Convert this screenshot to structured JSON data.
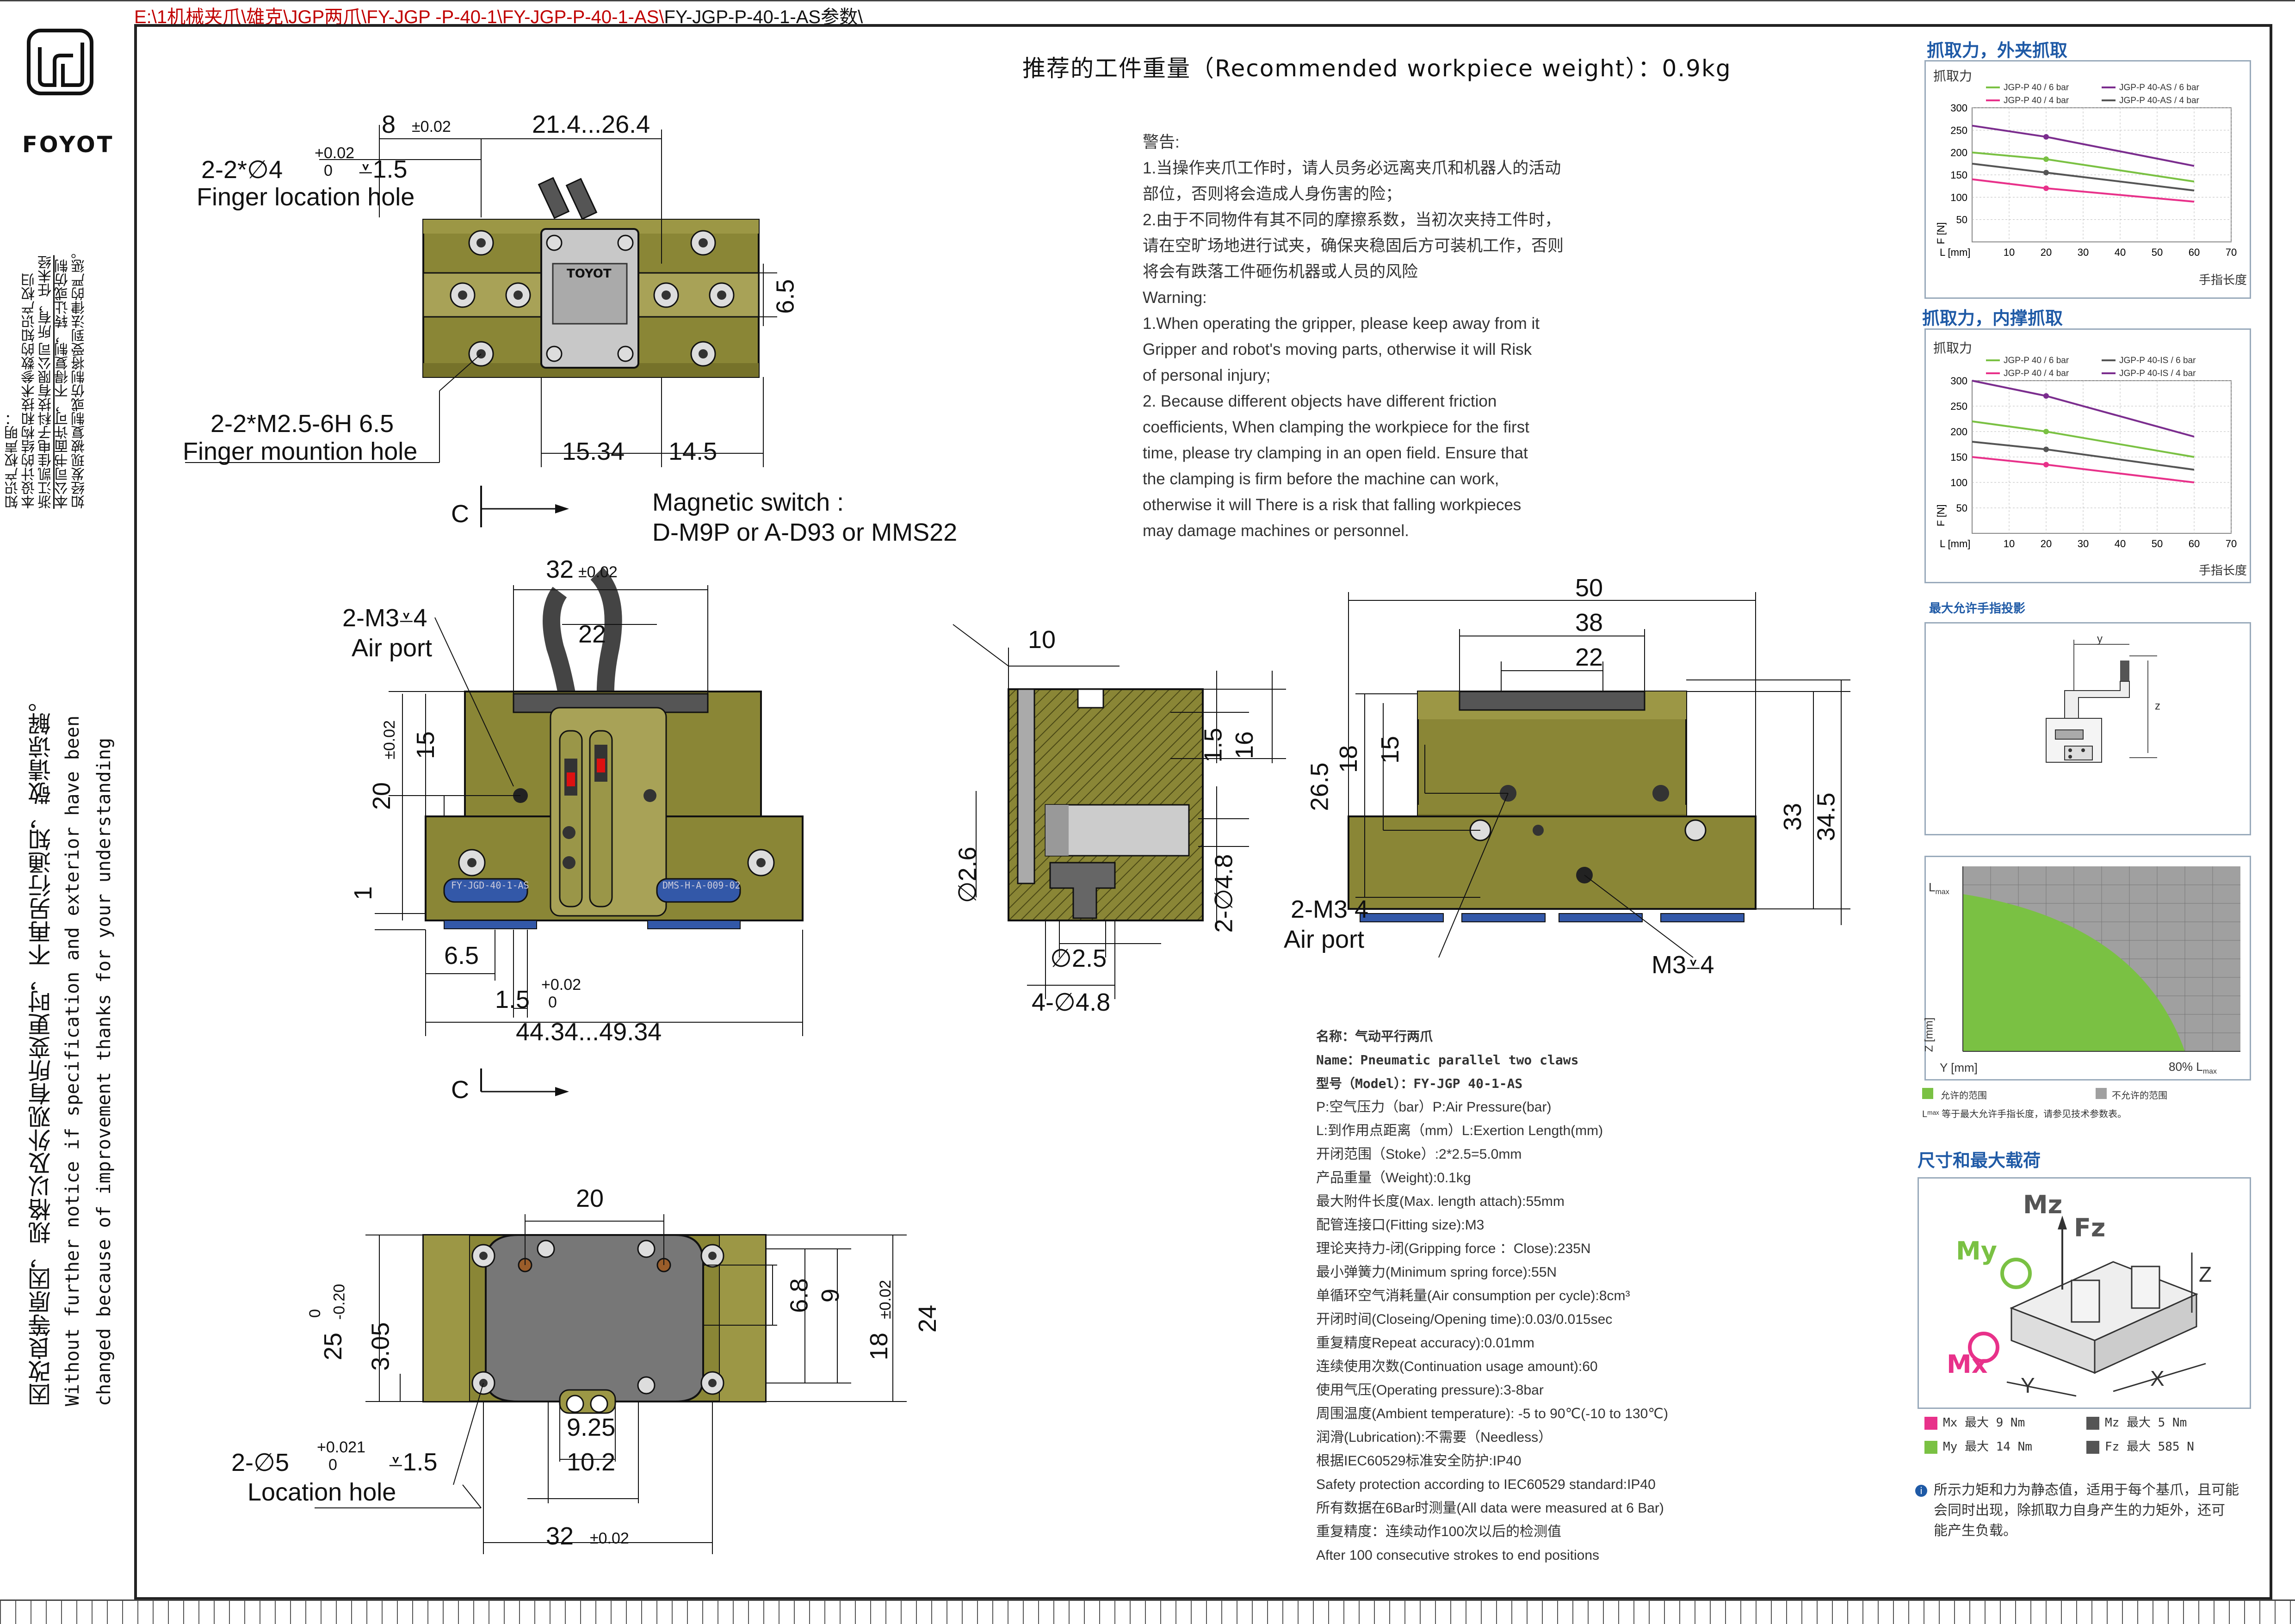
{
  "file_path": {
    "red": "E:\\1机械夹爪\\雄克\\JGP两爪\\FY-JGP -P-40-1\\FY-JGP-P-40-1-AS\\",
    "black": "FY-JGP-P-40-1-AS参数\\"
  },
  "logo": {
    "text": "FOYOT"
  },
  "copyright": {
    "line1": "知识产权声明：",
    "line2": "本设计的结构和技术参数的知识产权归",
    "line3": "浙江凯佳电子科技有限公司 所有，任未经",
    "line4": "本公司书面许可，不得复制，转让或仿制",
    "line5": "如经发现被复制或仿制将受到法律的严惩。"
  },
  "notice": {
    "cn": "因改良等原因，规格以及外观有所变更时，不再另行通知，敬请谅解。",
    "en1": "Without further  notice if specification and exterior have been",
    "en2": "changed because of improvement thanks for your understanding"
  },
  "recommended_weight": "推荐的工件重量（Recommended workpiece weight）：0.9kg",
  "warning": {
    "lines": [
      "警告:",
      "1.当操作夹爪工作时，请人员务必远离夹爪和机器人的活动",
      "部位，否则将会造成人身伤害的险；",
      "2.由于不同物件有其不同的摩擦系数，当初次夹持工件时，",
      "请在空旷场地进行试夹，确保夹稳固后方可装机工作，否则",
      "将会有跌落工件砸伤机器或人员的风险",
      "Warning:",
      "1.When operating the gripper, please keep away from it",
      "Gripper and robot's moving parts, otherwise it will Risk",
      "of personal injury;",
      "2. Because different objects have different friction",
      "coefficients, When clamping the workpiece for the first",
      "time, please try clamping in an open field. Ensure that",
      "the clamping is firm before the machine can work,",
      "otherwise it will There is a risk that falling workpieces",
      "may damage machines or personnel."
    ]
  },
  "top_view": {
    "d_8": "8",
    "d_8_tol": "±0.02",
    "d_range": "21.4...26.4",
    "d_65": "6.5",
    "d_1534": "15.34",
    "d_145": "14.5",
    "finger_loc_spec": "2-2*∅4",
    "finger_loc_tol_up": "+0.02",
    "finger_loc_tol_lo": "0",
    "finger_loc_depth": "⩡1.5",
    "finger_loc_label": "Finger location hole",
    "finger_mount_spec": "2-2*M2.5-6H 6.5",
    "finger_mount_label": "Finger mountion hole",
    "magnet1": "Magnetic switch :",
    "magnet2": "D-M9P or A-D93 or MMS22",
    "section_c": "C"
  },
  "front_view": {
    "d_32": "32",
    "d_32_tol": "±0.02",
    "d_22": "22",
    "air_port1": "2-M3⩡4",
    "air_port2": "Air port",
    "d_15": "15",
    "d_20": "20",
    "d_20_tol": "±0.02",
    "d_1": "1",
    "d_65": "6.5",
    "d_15b": "1.5",
    "d_15b_up": "+0.02",
    "d_15b_lo": "0",
    "d_range": "44.34...49.34",
    "section_c": "C",
    "label_left": "FY-JGD-40-1-AS",
    "label_right": "DMS-H-A-009-02"
  },
  "section_view": {
    "d_10": "10",
    "d_15": "1.5",
    "d_16": "16",
    "d_26": "∅2.6",
    "d_48": "2-∅4.8",
    "d_25": "∅2.5",
    "d_448": "4-∅4.8"
  },
  "side_view": {
    "d_50": "50",
    "d_38": "38",
    "d_22": "22",
    "d_265": "26.5",
    "d_18": "18",
    "d_15": "15",
    "d_33": "33",
    "d_345": "34.5",
    "air1": "2-M3 4",
    "air2": "Air port",
    "m3": "M3⩡4"
  },
  "bottom_view": {
    "d_20": "20",
    "d_25": "25",
    "d_25_up": "0",
    "d_25_lo": "-0.20",
    "d_305": "3.05",
    "d_68": "6.8",
    "d_9": "9",
    "d_18": "18",
    "d_18_tol": "±0.02",
    "d_24": "24",
    "d_925": "9.25",
    "d_102": "10.2",
    "loc_spec": "2-∅5",
    "loc_up": "+0.021",
    "loc_lo": "0",
    "loc_depth": "⩡1.5",
    "loc_label": "Location hole",
    "d_32": "32",
    "d_32_tol": "±0.02"
  },
  "specs": {
    "name_cn": "名称：气动平行两爪",
    "name_en": "Name：Pneumatic parallel two claws",
    "model": "型号（Model）：FY-JGP 40-1-AS",
    "lines": [
      "P:空气压力（bar）P:Air Pressure(bar)",
      "L:到作用点距离（mm）L:Exertion Length(mm)",
      "开闭范围（Stoke）:2*2.5=5.0mm",
      "产品重量（Weight):0.1kg",
      "最大附件长度(Max. length attach):55mm",
      "配管连接口(Fitting size):M3",
      "理论夹持力-闭(Gripping force ：Close):235N",
      "最小弹簧力(Minimum spring force):55N",
      "单循环空气消耗量(Air consumption per cycle):8cm³",
      "开闭时间(Closeing/Opening time):0.03/0.015sec",
      "重复精度Repeat accuracy):0.01mm",
      "连续使用次数(Continuation usage amount):60",
      "使用气压(Operating pressure):3-8bar",
      "周围温度(Ambient temperature): -5 to 90℃(-10 to 130℃)",
      "润滑(Lubrication):不需要（Needless）",
      "根据IEC60529标准安全防护:IP40",
      "Safety protection according to IEC60529 standard:IP40",
      "所有数据在6Bar时测量(All data were measured at 6 Bar)",
      "重复精度：连续动作100次以后的检测值",
      "After 100 consecutive strokes to end positions"
    ]
  },
  "chart_outer": {
    "heading": "抓取力，外夹抓取",
    "ylabel_top": "抓取力",
    "ylabel": "F [N]",
    "xlabel": "L [mm]",
    "xlabel_right": "手指长度",
    "legend": [
      "JGP-P 40 / 6 bar",
      "JGP-P 40-AS / 6 bar",
      "JGP-P 40 / 4 bar",
      "JGP-P 40-AS / 4 bar"
    ],
    "yticks": [
      "300",
      "250",
      "200",
      "150",
      "100",
      "50"
    ],
    "xticks": [
      "10",
      "20",
      "30",
      "40",
      "50",
      "60",
      "70"
    ]
  },
  "chart_inner": {
    "heading": "抓取力，内撑抓取",
    "ylabel_top": "抓取力",
    "ylabel": "F [N]",
    "xlabel": "L [mm]",
    "xlabel_right": "手指长度",
    "legend": [
      "JGP-P 40 / 6 bar",
      "JGP-P 40-IS / 6 bar",
      "JGP-P 40 / 4 bar",
      "JGP-P 40-IS / 4 bar"
    ],
    "yticks": [
      "300",
      "250",
      "200",
      "150",
      "100",
      "50"
    ],
    "xticks": [
      "10",
      "20",
      "30",
      "40",
      "50",
      "60",
      "70"
    ]
  },
  "chart_data": [
    {
      "type": "line",
      "title": "抓取力，外夹抓取",
      "xlabel": "L [mm]",
      "ylabel": "F [N]",
      "xlim": [
        0,
        70
      ],
      "ylim": [
        0,
        300
      ],
      "x": [
        0,
        20,
        60
      ],
      "series": [
        {
          "name": "JGP-P 40 / 6 bar",
          "color": "#7ac143",
          "values": [
            200,
            185,
            135
          ]
        },
        {
          "name": "JGP-P 40-AS / 6 bar",
          "color": "#7b2d8e",
          "values": [
            260,
            235,
            170
          ]
        },
        {
          "name": "JGP-P 40 / 4 bar",
          "color": "#e8318a",
          "values": [
            140,
            120,
            90
          ]
        },
        {
          "name": "JGP-P 40-AS / 4 bar",
          "color": "#555555",
          "values": [
            175,
            155,
            115
          ]
        }
      ]
    },
    {
      "type": "line",
      "title": "抓取力，内撑抓取",
      "xlabel": "L [mm]",
      "ylabel": "F [N]",
      "xlim": [
        0,
        70
      ],
      "ylim": [
        0,
        300
      ],
      "x": [
        0,
        20,
        60
      ],
      "series": [
        {
          "name": "JGP-P 40 / 6 bar",
          "color": "#7ac143",
          "values": [
            220,
            200,
            150
          ]
        },
        {
          "name": "JGP-P 40-IS / 6 bar",
          "color": "#555555",
          "values": [
            180,
            165,
            125
          ]
        },
        {
          "name": "JGP-P 40 / 4 bar",
          "color": "#e8318a",
          "values": [
            150,
            135,
            100
          ]
        },
        {
          "name": "JGP-P 40-IS / 4 bar",
          "color": "#7b2d8e",
          "values": [
            300,
            270,
            190
          ]
        }
      ]
    }
  ],
  "projection": {
    "heading": "最大允许手指投影",
    "label_y": "y",
    "label_z": "z"
  },
  "area_chart": {
    "lmax": "L",
    "lmax_sub": "max",
    "ylabel": "Z [mm]",
    "xlabel": "Y [mm]",
    "x80": "80% L",
    "x80_sub": "max",
    "legend_green": "允许的范围",
    "legend_grey": "不允许的范围",
    "note": "Lᵐᵃˣ 等于最大允许手指长度，请参见技术参数表。",
    "green": "#7ac143",
    "grey": "#a0a0a0"
  },
  "moments": {
    "heading": "尺寸和最大载荷",
    "labels": {
      "mz": "Mz",
      "fz": "Fz",
      "my": "My",
      "mx": "Mx",
      "z": "Z",
      "y": "Y",
      "x": "X"
    },
    "table": [
      {
        "color": "#e8318a",
        "name": "Mx",
        "text": "最大 9 Nm"
      },
      {
        "color": "#555555",
        "name": "Mz",
        "text": "最大 5 Nm"
      },
      {
        "color": "#7ac143",
        "name": "My",
        "text": "最大 14 Nm"
      },
      {
        "color": "#555555",
        "name": "Fz",
        "text": "最大 585 N"
      }
    ],
    "note1": "所示力矩和力为静态值，适用于每个基爪，且可能",
    "note2": "会同时出现，除抓取力自身产生的力矩外，还可",
    "note3": "能产生负载。"
  }
}
